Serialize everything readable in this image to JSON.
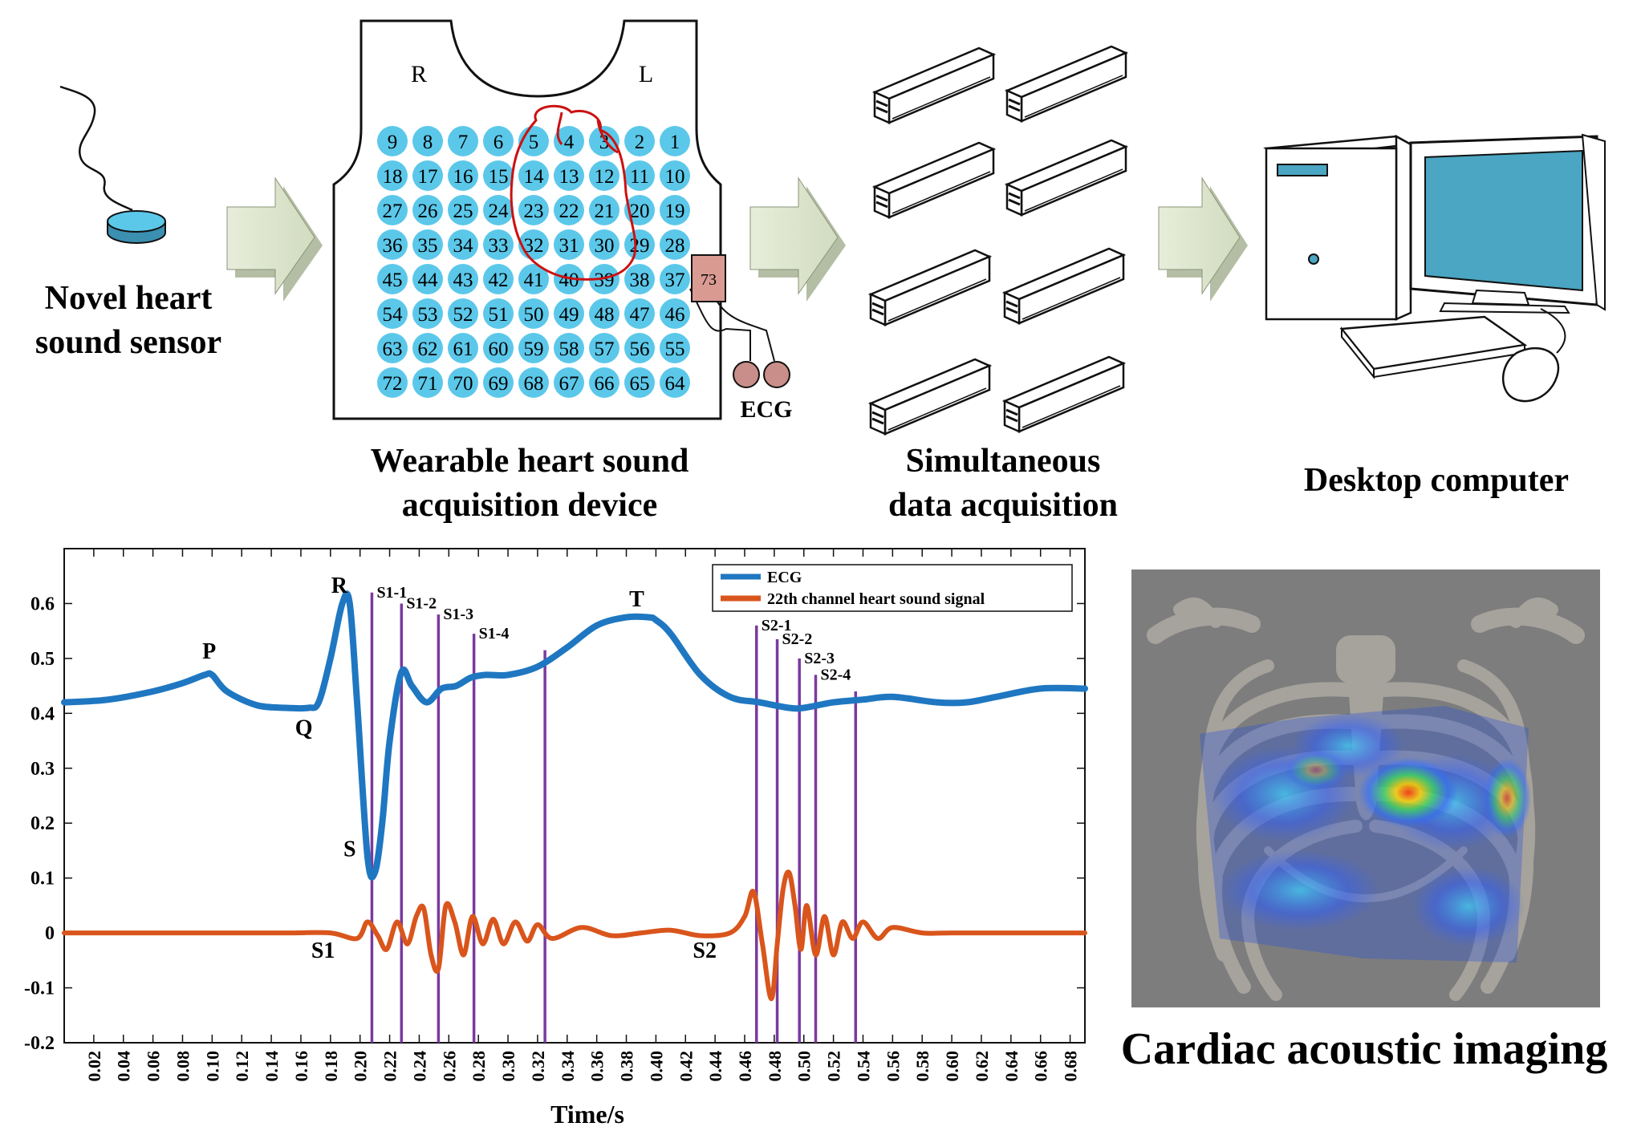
{
  "pipeline": {
    "sensor_label": [
      "Novel heart",
      "sound sensor"
    ],
    "vest_label": [
      "Wearable heart sound",
      "acquisition device"
    ],
    "daq_label": [
      "Simultaneous",
      "data acquisition"
    ],
    "computer_label": [
      "Desktop computer"
    ],
    "vest_side_right": "R",
    "vest_side_left": "L",
    "ecg_channel_number": "73",
    "ecg_label": "ECG",
    "sensor_grid": [
      [
        "9",
        "8",
        "7",
        "6",
        "5",
        "4",
        "3",
        "2",
        "1"
      ],
      [
        "18",
        "17",
        "16",
        "15",
        "14",
        "13",
        "12",
        "11",
        "10"
      ],
      [
        "27",
        "26",
        "25",
        "24",
        "23",
        "22",
        "21",
        "20",
        "19"
      ],
      [
        "36",
        "35",
        "34",
        "33",
        "32",
        "31",
        "30",
        "29",
        "28"
      ],
      [
        "45",
        "44",
        "43",
        "42",
        "41",
        "40",
        "39",
        "38",
        "37"
      ],
      [
        "54",
        "53",
        "52",
        "51",
        "50",
        "49",
        "48",
        "47",
        "46"
      ],
      [
        "63",
        "62",
        "61",
        "60",
        "59",
        "58",
        "57",
        "56",
        "55"
      ],
      [
        "72",
        "71",
        "70",
        "69",
        "68",
        "67",
        "66",
        "65",
        "64"
      ]
    ]
  },
  "imaging": {
    "label": "Cardiac acoustic imaging"
  },
  "colors": {
    "sensor_blue": "#5bc8ea",
    "arrow_green": "#dde5cf",
    "ecg": "#1f77c1",
    "heart_sound": "#d9551c",
    "markers": "#7a3a9e",
    "heart_outline": "#cc1111",
    "ecg_box": "#d99a92",
    "screen": "#4aa6c2"
  },
  "chart_data": {
    "type": "line",
    "xlabel": "Time/s",
    "ylabel": "",
    "xlim": [
      0.0,
      0.69
    ],
    "ylim": [
      -0.2,
      0.7
    ],
    "xticks": [
      "0.02",
      "0.04",
      "0.06",
      "0.08",
      "0.10",
      "0.12",
      "0.14",
      "0.16",
      "0.18",
      "0.20",
      "0.22",
      "0.24",
      "0.26",
      "0.28",
      "0.30",
      "0.32",
      "0.34",
      "0.36",
      "0.38",
      "0.40",
      "0.42",
      "0.44",
      "0.46",
      "0.48",
      "0.50",
      "0.52",
      "0.54",
      "0.56",
      "0.58",
      "0.60",
      "0.62",
      "0.64",
      "0.66",
      "0.68"
    ],
    "yticks": [
      "-0.2",
      "-0.1",
      "0",
      "0.1",
      "0.2",
      "0.3",
      "0.4",
      "0.5",
      "0.6"
    ],
    "legend_placement": "top-right",
    "series": [
      {
        "name": "ECG",
        "color": "#1f77c1",
        "x": [
          0.0,
          0.03,
          0.06,
          0.08,
          0.095,
          0.1,
          0.11,
          0.13,
          0.15,
          0.165,
          0.172,
          0.18,
          0.188,
          0.193,
          0.198,
          0.205,
          0.21,
          0.215,
          0.22,
          0.228,
          0.235,
          0.245,
          0.255,
          0.265,
          0.275,
          0.285,
          0.3,
          0.32,
          0.34,
          0.36,
          0.38,
          0.395,
          0.4,
          0.41,
          0.43,
          0.45,
          0.47,
          0.49,
          0.5,
          0.52,
          0.54,
          0.56,
          0.59,
          0.61,
          0.63,
          0.66,
          0.69
        ],
        "y": [
          0.42,
          0.425,
          0.44,
          0.455,
          0.47,
          0.47,
          0.44,
          0.415,
          0.41,
          0.41,
          0.42,
          0.5,
          0.6,
          0.6,
          0.42,
          0.14,
          0.11,
          0.2,
          0.35,
          0.475,
          0.45,
          0.42,
          0.445,
          0.45,
          0.465,
          0.47,
          0.47,
          0.485,
          0.52,
          0.56,
          0.575,
          0.575,
          0.57,
          0.545,
          0.47,
          0.43,
          0.42,
          0.41,
          0.41,
          0.42,
          0.425,
          0.43,
          0.42,
          0.42,
          0.43,
          0.445,
          0.445
        ]
      },
      {
        "name": "22th channel heart sound signal",
        "color": "#d9551c",
        "x": [
          0.0,
          0.05,
          0.1,
          0.15,
          0.18,
          0.198,
          0.205,
          0.212,
          0.218,
          0.225,
          0.232,
          0.238,
          0.243,
          0.248,
          0.253,
          0.258,
          0.264,
          0.27,
          0.276,
          0.283,
          0.29,
          0.297,
          0.305,
          0.313,
          0.32,
          0.33,
          0.35,
          0.37,
          0.39,
          0.41,
          0.43,
          0.45,
          0.46,
          0.466,
          0.472,
          0.478,
          0.482,
          0.486,
          0.49,
          0.494,
          0.498,
          0.502,
          0.508,
          0.514,
          0.52,
          0.526,
          0.533,
          0.54,
          0.55,
          0.56,
          0.58,
          0.6,
          0.64,
          0.69
        ],
        "y": [
          0.0,
          0.0,
          0.0,
          0.0,
          0.0,
          -0.01,
          0.02,
          -0.005,
          -0.03,
          0.02,
          -0.02,
          0.03,
          0.045,
          -0.04,
          -0.065,
          0.05,
          0.02,
          -0.04,
          0.03,
          -0.02,
          0.025,
          -0.02,
          0.02,
          -0.015,
          0.015,
          -0.01,
          0.01,
          -0.005,
          0.0,
          0.005,
          -0.005,
          0.0,
          0.03,
          0.075,
          -0.02,
          -0.12,
          -0.02,
          0.08,
          0.11,
          0.05,
          -0.03,
          0.05,
          -0.04,
          0.03,
          -0.04,
          0.02,
          -0.01,
          0.02,
          -0.01,
          0.01,
          0.0,
          0.0,
          0.0,
          0.0
        ]
      }
    ],
    "markers": [
      {
        "label": "S1-1",
        "x": 0.208,
        "top": 0.62
      },
      {
        "label": "S1-2",
        "x": 0.228,
        "top": 0.6
      },
      {
        "label": "S1-3",
        "x": 0.253,
        "top": 0.58
      },
      {
        "label": "S1-4",
        "x": 0.277,
        "top": 0.545
      },
      {
        "label": "",
        "x": 0.325,
        "top": 0.515
      },
      {
        "label": "S2-1",
        "x": 0.468,
        "top": 0.56
      },
      {
        "label": "S2-2",
        "x": 0.482,
        "top": 0.535
      },
      {
        "label": "S2-3",
        "x": 0.497,
        "top": 0.5
      },
      {
        "label": "S2-4",
        "x": 0.508,
        "top": 0.47
      },
      {
        "label": "",
        "x": 0.535,
        "top": 0.44
      }
    ],
    "annotations": [
      {
        "text": "P",
        "x": 0.098,
        "y": 0.5
      },
      {
        "text": "Q",
        "x": 0.162,
        "y": 0.36
      },
      {
        "text": "R",
        "x": 0.186,
        "y": 0.62
      },
      {
        "text": "S",
        "x": 0.193,
        "y": 0.14
      },
      {
        "text": "T",
        "x": 0.387,
        "y": 0.595
      },
      {
        "text": "S1",
        "x": 0.175,
        "y": -0.045
      },
      {
        "text": "S2",
        "x": 0.433,
        "y": -0.045
      }
    ]
  }
}
